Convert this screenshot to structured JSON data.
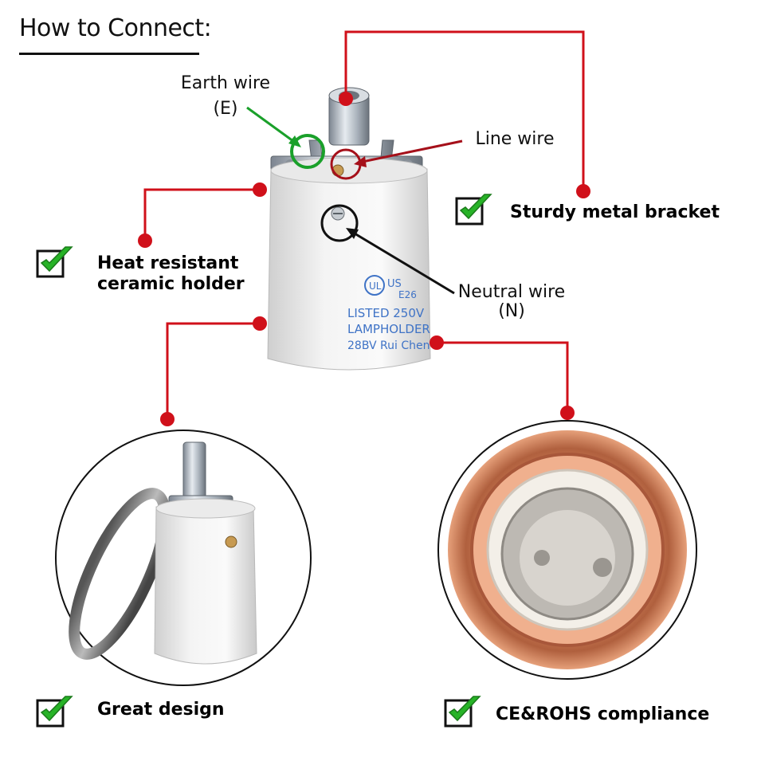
{
  "title": "How to Connect:",
  "wire_labels": {
    "earth_line1": "Earth wire",
    "earth_line2": "(E)",
    "line": "Line wire",
    "neutral_line1": "Neutral wire",
    "neutral_line2": "(N)"
  },
  "features": {
    "bracket": "Sturdy metal bracket",
    "ceramic_line1": "Heat resistant",
    "ceramic_line2": "ceramic holder",
    "design": "Great design",
    "compliance": "CE&ROHS compliance"
  },
  "socket_printing": {
    "line1": "LISTED 250V",
    "line2": "LAMPHOLDER",
    "line3": "28BV Rui Chen",
    "mark": "US",
    "model": "E26"
  },
  "colors": {
    "connector": "#d0101a",
    "earth_marker": "#1aa02a",
    "check_green": "#27b327"
  },
  "icons": [
    "check-icon"
  ]
}
